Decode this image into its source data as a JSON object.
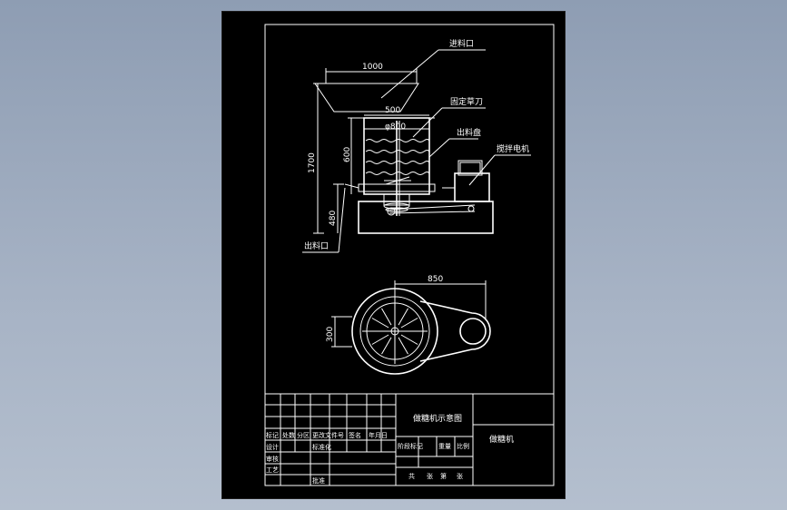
{
  "labels": {
    "inlet": "进料口",
    "fixed_blade": "固定草刀",
    "outlet_tray": "出料盘",
    "stir_motor": "搅拌电机",
    "outlet": "出料口"
  },
  "dimensions": {
    "top_width": "1000",
    "mid_width": "500",
    "diameter": "φ800",
    "total_height": "1700",
    "tank_height": "600",
    "base_height": "480",
    "center_distance": "850",
    "arm_width": "300"
  },
  "title_block": {
    "drawing_name": "做糖机示意图",
    "machine_name": "做糖机",
    "row_labels": [
      "标记",
      "设计",
      "审核",
      "工艺"
    ],
    "misc": [
      "处数",
      "分区",
      "更改文件号",
      "签名",
      "年月日",
      "标准化",
      "批准",
      "阶段标记",
      "重量",
      "比例",
      "共",
      "张",
      "第",
      "张"
    ]
  },
  "colors": {
    "background": "#8e9db3",
    "sheet": "#000000",
    "lines": "#ffffff"
  }
}
